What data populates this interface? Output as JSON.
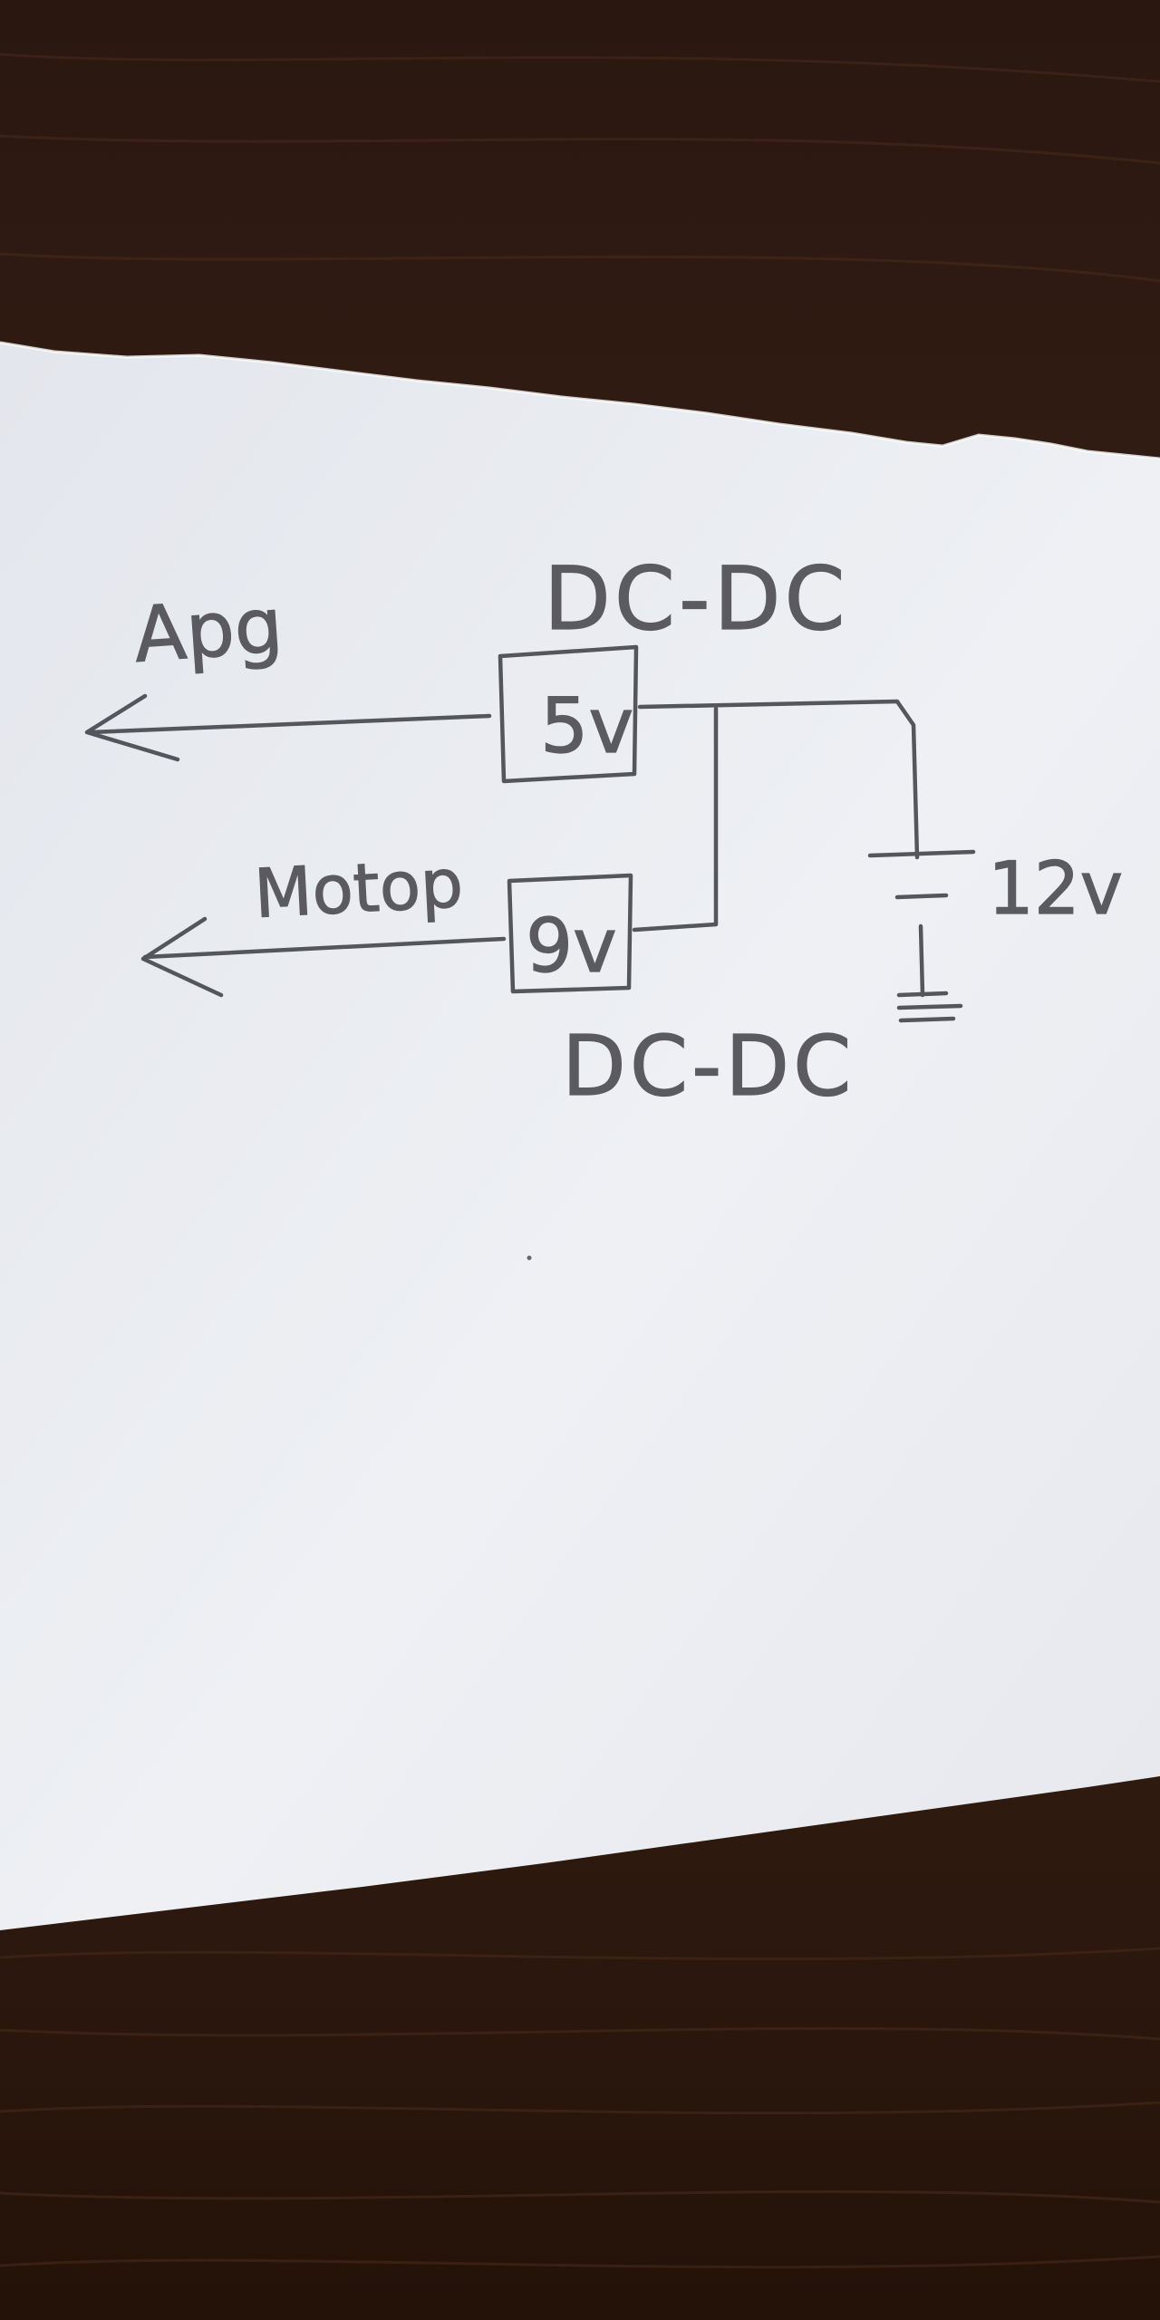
{
  "sketch": {
    "labels": {
      "top_converter": "DC-DC",
      "bottom_converter": "DC-DC",
      "top_output": "Apg",
      "bottom_output": "Motop",
      "top_voltage": "5v",
      "bottom_voltage": "9v",
      "battery_voltage": "12v"
    },
    "colors": {
      "table_wood": "#3a2216",
      "paper": "#eceef2",
      "pencil": "#55555c"
    }
  }
}
